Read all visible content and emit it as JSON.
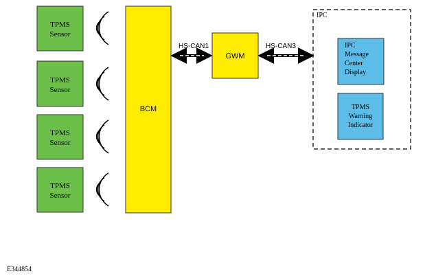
{
  "sensors": [
    {
      "line1": "TPMS",
      "line2": "Sensor"
    },
    {
      "line1": "TPMS",
      "line2": "Sensor"
    },
    {
      "line1": "TPMS",
      "line2": "Sensor"
    },
    {
      "line1": "TPMS",
      "line2": "Sensor"
    }
  ],
  "bcm": {
    "label": "BCM"
  },
  "gwm": {
    "label": "GWM"
  },
  "links": {
    "hs_can1": "HS-CAN1",
    "hs_can3": "HS-CAN3"
  },
  "ipc": {
    "label": "IPC",
    "message_center": {
      "line1": "IPC",
      "line2": "Message",
      "line3": "Center",
      "line4": "Display"
    },
    "warning_indicator": {
      "line1": "TPMS",
      "line2": "Warning",
      "line3": "Indicator"
    }
  },
  "figure_id": "E344854",
  "colors": {
    "sensor_green": "#6cc04a",
    "module_yellow": "#ffec00",
    "display_blue": "#5cbde8",
    "outline": "#333333"
  },
  "icons": {
    "wireless_waves": "radio-wave-arcs-icon",
    "bus_arrow": "double-headed-arrow-icon"
  }
}
